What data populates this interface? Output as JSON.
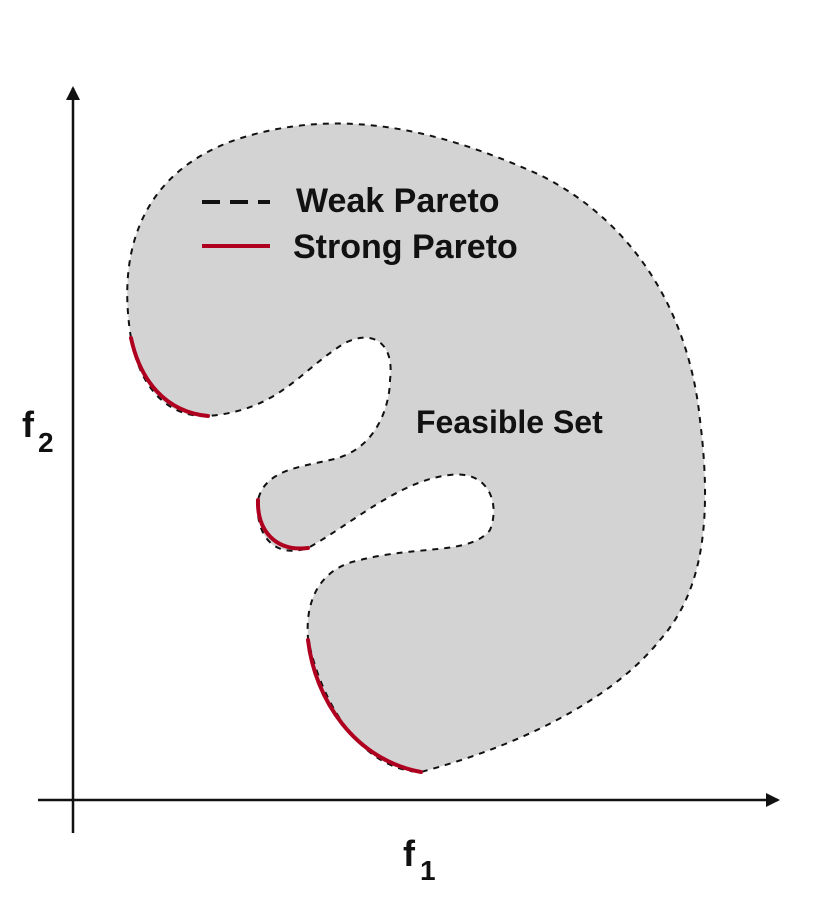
{
  "colors": {
    "background": "#ffffff",
    "feasible_fill": "#d3d3d3",
    "weak_pareto": "#111111",
    "strong_pareto": "#b00020",
    "axis": "#111111"
  },
  "legend": {
    "weak_label": "Weak Pareto",
    "strong_label": "Strong Pareto"
  },
  "region": {
    "label": "Feasible Set"
  },
  "axes": {
    "x": {
      "symbol": "f",
      "subscript": "1"
    },
    "y": {
      "symbol": "f",
      "subscript": "2"
    }
  }
}
